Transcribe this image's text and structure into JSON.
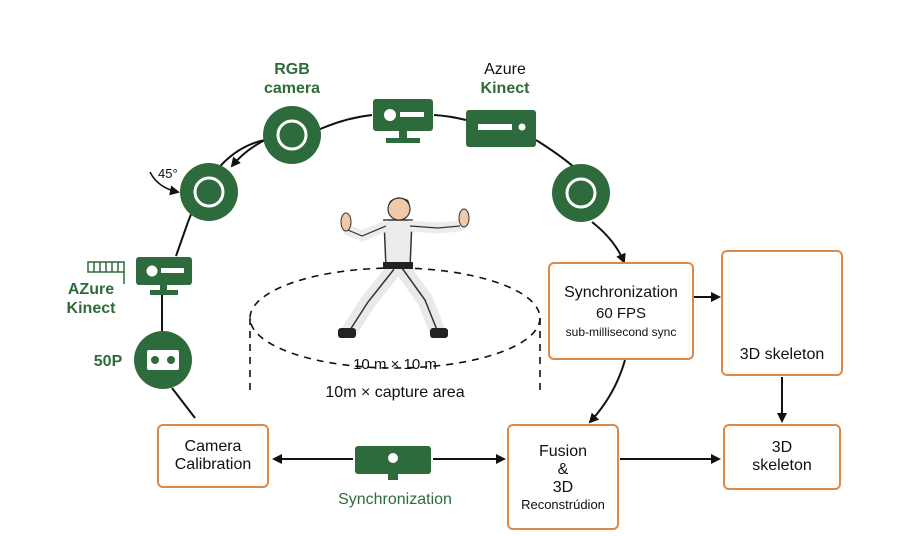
{
  "colors": {
    "green": "#2e6b3c",
    "orange": "#d98a4a",
    "ink": "#111111"
  },
  "labels": {
    "rgb_camera": [
      "RGB",
      "camera"
    ],
    "azure_kinect_top": [
      "Azure",
      "Kinect"
    ],
    "angle": "45°",
    "azure_kinect_left": [
      "AZure",
      "Kinect"
    ],
    "fifty_p": "50P",
    "area_inner": "10 m × 10 m",
    "area_caption": "10m × capture area",
    "sync_bottom": "Synchronization"
  },
  "boxes": {
    "synchronization": [
      "Synchronization",
      "60 FPS",
      "sub-millisecond sync"
    ],
    "skeleton_top": "3D skeleton",
    "camera_calibration": [
      "Camera",
      "Calibration"
    ],
    "fusion": [
      "Fusion",
      "&",
      "3D",
      "Reconstrúdion"
    ],
    "skeleton_bottom": [
      "3D",
      "skeleton"
    ]
  },
  "icons": [
    "ring-camera-icon",
    "projector-camera-icon",
    "kinect-device-icon",
    "figure-icon",
    "skeleton-icon"
  ]
}
